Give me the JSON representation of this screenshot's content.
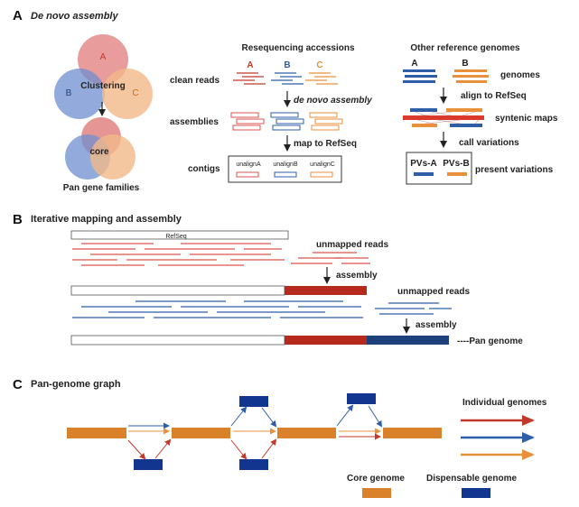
{
  "colors": {
    "red": "#d9534f",
    "blue": "#2f5ea8",
    "orange": "#e8913a",
    "core": "#d9822b",
    "dispensable": "#12358f",
    "dark_red": "#b52a1c",
    "dark_blue": "#1d3f7a",
    "venn_a": "#e07b7b",
    "venn_b": "#6f8fd0",
    "venn_c": "#f1b98a"
  },
  "panel_a": {
    "letter": "A",
    "title": "De novo assembly",
    "venn_top": {
      "a": "A",
      "b": "B",
      "c": "C",
      "center": "Clustering"
    },
    "venn_bottom": {
      "center": "core"
    },
    "pan_families": "Pan gene families",
    "reseq": {
      "heading": "Resequencing accessions",
      "clean_reads": "clean reads",
      "sample_a": "A",
      "sample_b": "B",
      "sample_c": "C",
      "de_novo": "de novo assembly",
      "assemblies": "assemblies",
      "map_to": "map to RefSeq",
      "contigs": "contigs",
      "unalign": [
        "unalignA",
        "unalignB",
        "unalignC"
      ]
    },
    "other": {
      "heading": "Other reference genomes",
      "genome_a": "A",
      "genome_b": "B",
      "genomes": "genomes",
      "align": "align to RefSeq",
      "syntenic": "syntenic maps",
      "call": "call variations",
      "pvs_a": "PVs-A",
      "pvs_b": "PVs-B",
      "present": "present variations"
    }
  },
  "panel_b": {
    "letter": "B",
    "title": "Iterative mapping and assembly",
    "refseq": "RefSeq",
    "unmapped_1": "unmapped reads",
    "assembly_1": "assembly",
    "unmapped_2": "unmapped reads",
    "assembly_2": "assembly",
    "pan_genome": "----Pan genome"
  },
  "panel_c": {
    "letter": "C",
    "title": "Pan-genome graph",
    "individual": "Individual genomes",
    "core": "Core genome",
    "dispensable": "Dispensable genome"
  }
}
